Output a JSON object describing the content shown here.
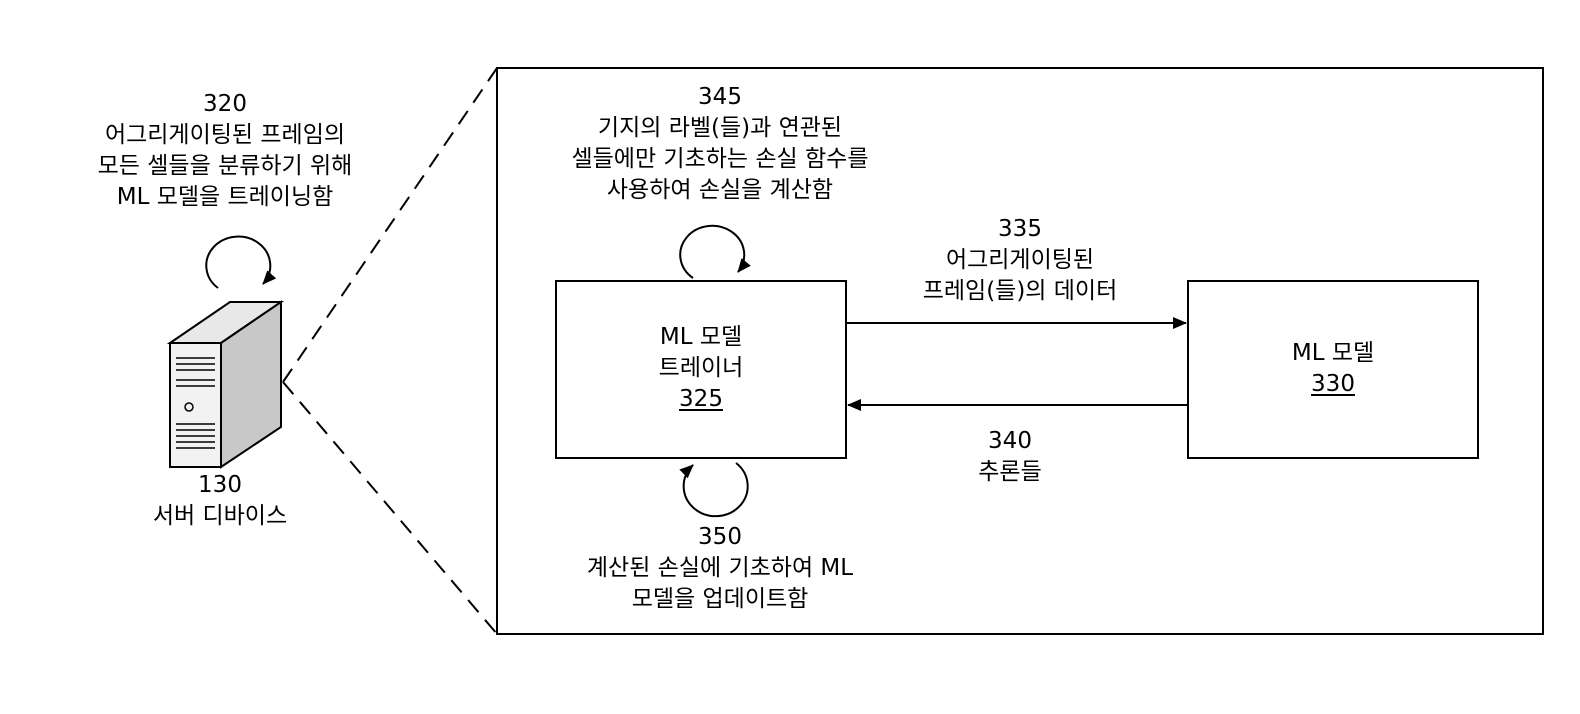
{
  "colors": {
    "stroke": "#000000",
    "background": "#ffffff",
    "server_body": "#f2f2f2",
    "server_shadow": "#c8c8c8"
  },
  "server": {
    "icon": "server-tower-icon",
    "number": "130",
    "name": "서버 디바이스"
  },
  "step_320": {
    "number": "320",
    "lines": [
      "어그리게이팅된 프레임의",
      "모든 셀들을 분류하기 위해",
      "ML 모델을 트레이닝함"
    ]
  },
  "trainer": {
    "lines": [
      "ML 모델",
      "트레이너"
    ],
    "number": "325"
  },
  "model": {
    "line": "ML 모델",
    "number": "330"
  },
  "step_345": {
    "number": "345",
    "lines": [
      "기지의 라벨(들)과 연관된",
      "셀들에만 기초하는 손실 함수를",
      "사용하여 손실을 계산함"
    ]
  },
  "step_335": {
    "number": "335",
    "lines": [
      "어그리게이팅된",
      "프레임(들)의 데이터"
    ]
  },
  "step_340": {
    "number": "340",
    "line": "추론들"
  },
  "step_350": {
    "number": "350",
    "lines": [
      "계산된 손실에 기초하여 ML",
      "모델을 업데이트함"
    ]
  }
}
